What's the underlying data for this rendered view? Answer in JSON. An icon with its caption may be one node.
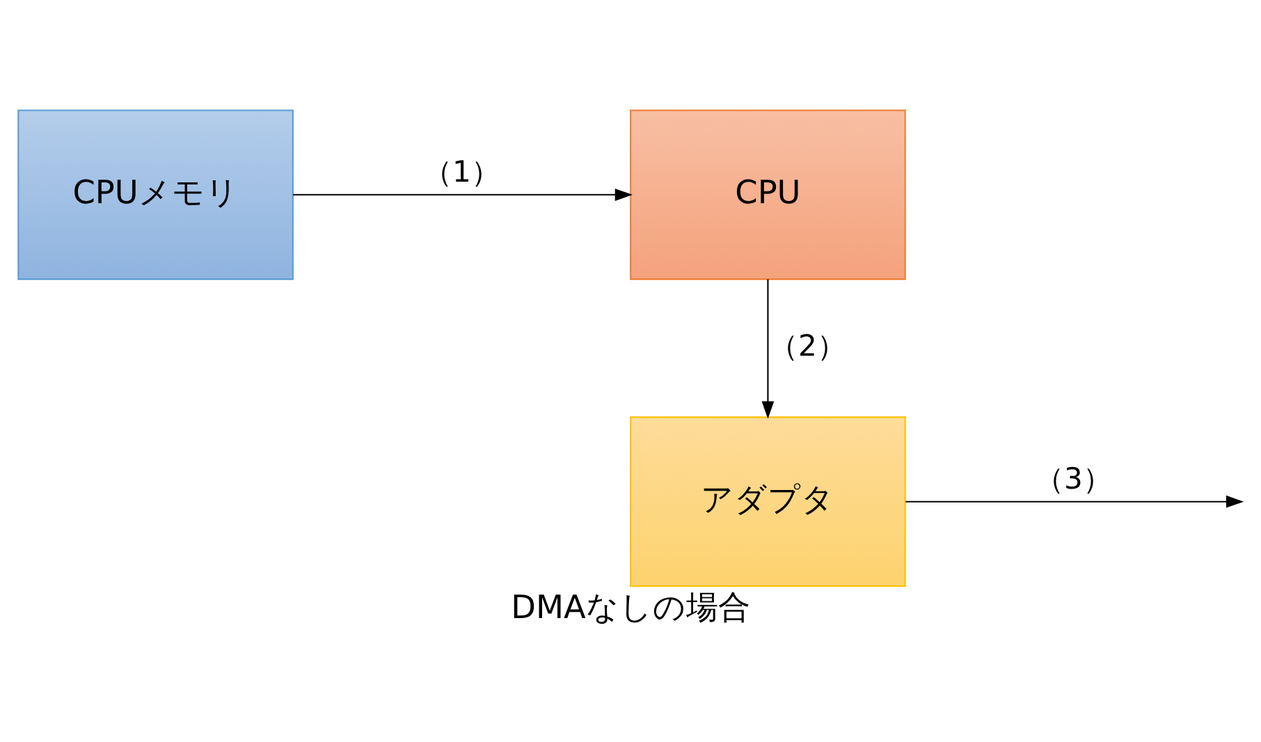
{
  "diagram": {
    "caption": "DMAなしの場合",
    "nodes": [
      {
        "text": [
          "CPU"
        ]
      },
      {
        "text": [
          "CPUメモリ"
        ]
      },
      {
        "text": [
          "アダプタ"
        ]
      }
    ],
    "edges": [
      {
        "from": 1,
        "to": 0,
        "arrow": "to",
        "label": "（1）"
      },
      {
        "from": 0,
        "to": 2,
        "arrow": "to",
        "label": "（2）"
      },
      {
        "from": 2,
        "to": null,
        "arrow": "to",
        "label": "（3）"
      }
    ]
  }
}
